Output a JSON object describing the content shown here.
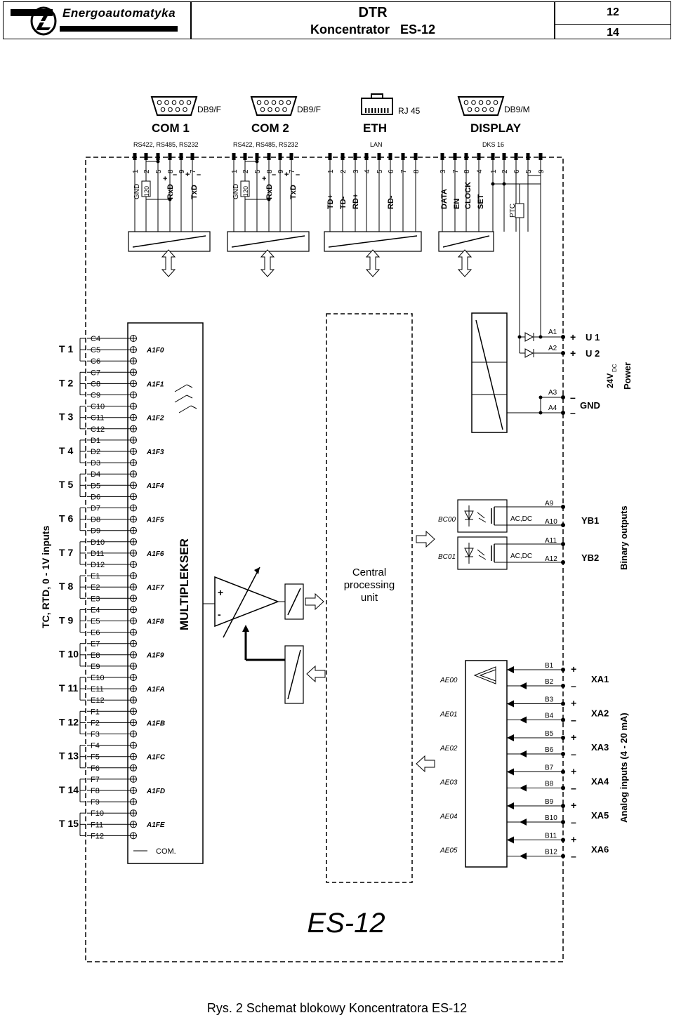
{
  "header": {
    "company": "Energoautomatyka",
    "doc_type": "DTR",
    "doc_title": "Koncentrator   ES-12",
    "page_current": "12",
    "page_total": "14"
  },
  "ports": [
    {
      "name": "COM 1",
      "connector": "DB9/F",
      "protocols": "RS422, RS485, RS232",
      "pins": [
        "1",
        "2",
        "5",
        "8",
        "9",
        "7"
      ],
      "signals": [
        "GND",
        "120",
        "RxD",
        "TxD"
      ],
      "polarity": [
        "+",
        "–",
        "+",
        "–"
      ]
    },
    {
      "name": "COM 2",
      "connector": "DB9/F",
      "protocols": "RS422, RS485, RS232",
      "pins": [
        "1",
        "2",
        "5",
        "8",
        "9",
        "7"
      ],
      "signals": [
        "GND",
        "120",
        "RxD",
        "TxD"
      ],
      "polarity": [
        "+",
        "–",
        "+",
        "–"
      ]
    },
    {
      "name": "ETH",
      "connector": "RJ 45",
      "protocols": "LAN",
      "pins": [
        "1",
        "2",
        "3",
        "4",
        "5",
        "6",
        "7",
        "8"
      ],
      "signals": [
        "TD+",
        "TD-",
        "RD+",
        "RD-"
      ]
    },
    {
      "name": "DISPLAY",
      "connector": "DB9/M",
      "protocols": "DKS 16",
      "pins": [
        "3",
        "7",
        "8",
        "4",
        "1",
        "2",
        "6",
        "5",
        "9"
      ],
      "signals": [
        "DATA",
        "EN",
        "CLOCK",
        "SET",
        "PTC"
      ]
    }
  ],
  "inputs": {
    "side_label": "TC, RTD, 0 - 1V  inputs",
    "channels": [
      {
        "name": "T 1",
        "terms": [
          "C4",
          "C5",
          "C6"
        ],
        "relay": "A1F0"
      },
      {
        "name": "T 2",
        "terms": [
          "C7",
          "C8",
          "C9"
        ],
        "relay": "A1F1"
      },
      {
        "name": "T 3",
        "terms": [
          "C10",
          "C11",
          "C12"
        ],
        "relay": "A1F2"
      },
      {
        "name": "T 4",
        "terms": [
          "D1",
          "D2",
          "D3"
        ],
        "relay": "A1F3"
      },
      {
        "name": "T 5",
        "terms": [
          "D4",
          "D5",
          "D6"
        ],
        "relay": "A1F4"
      },
      {
        "name": "T 6",
        "terms": [
          "D7",
          "D8",
          "D9"
        ],
        "relay": "A1F5"
      },
      {
        "name": "T 7",
        "terms": [
          "D10",
          "D11",
          "D12"
        ],
        "relay": "A1F6"
      },
      {
        "name": "T 8",
        "terms": [
          "E1",
          "E2",
          "E3"
        ],
        "relay": "A1F7"
      },
      {
        "name": "T 9",
        "terms": [
          "E4",
          "E5",
          "E6"
        ],
        "relay": "A1F8"
      },
      {
        "name": "T 10",
        "terms": [
          "E7",
          "E8",
          "E9"
        ],
        "relay": "A1F9"
      },
      {
        "name": "T 11",
        "terms": [
          "E10",
          "E11",
          "E12"
        ],
        "relay": "A1FA"
      },
      {
        "name": "T 12",
        "terms": [
          "F1",
          "F2",
          "F3"
        ],
        "relay": "A1FB"
      },
      {
        "name": "T 13",
        "terms": [
          "F4",
          "F5",
          "F6"
        ],
        "relay": "A1FC"
      },
      {
        "name": "T 14",
        "terms": [
          "F7",
          "F8",
          "F9"
        ],
        "relay": "A1FD"
      },
      {
        "name": "T 15",
        "terms": [
          "F10",
          "F11",
          "F12"
        ],
        "relay": "A1FE"
      }
    ],
    "common": "COM.",
    "mux_label": "MULTIPLEKSER"
  },
  "amp": {
    "plus": "+",
    "minus": "-"
  },
  "cpu_label": [
    "Central",
    "processing",
    "unit"
  ],
  "power": {
    "terms": [
      "A1",
      "A2",
      "A3",
      "A4"
    ],
    "labels": [
      "U 1",
      "U 2",
      "GND"
    ],
    "signs": [
      "+",
      "+",
      "–",
      "–"
    ],
    "voltage": "24V",
    "voltage_sub": "DC",
    "title": "Power"
  },
  "binary": {
    "channels": [
      {
        "code": "BC00",
        "terms": [
          "A9",
          "A10"
        ],
        "type": "AC,DC",
        "name": "YB1"
      },
      {
        "code": "BC01",
        "terms": [
          "A11",
          "A12"
        ],
        "type": "AC,DC",
        "name": "YB2"
      }
    ],
    "title": "Binary outputs"
  },
  "analog": {
    "channels": [
      {
        "code": "AE00",
        "terms": [
          "B1",
          "B2"
        ],
        "name": "XA1"
      },
      {
        "code": "AE01",
        "terms": [
          "B3",
          "B4"
        ],
        "name": "XA2"
      },
      {
        "code": "AE02",
        "terms": [
          "B5",
          "B6"
        ],
        "name": "XA3"
      },
      {
        "code": "AE03",
        "terms": [
          "B7",
          "B8"
        ],
        "name": "XA4"
      },
      {
        "code": "AE04",
        "terms": [
          "B9",
          "B10"
        ],
        "name": "XA5"
      },
      {
        "code": "AE05",
        "terms": [
          "B11",
          "B12"
        ],
        "name": "XA6"
      }
    ],
    "signs": [
      "+",
      "–"
    ],
    "title": "Analog inputs     (4 - 20 mA)"
  },
  "device_name": "ES-12",
  "caption": "Rys. 2  Schemat blokowy Koncentratora ES-12"
}
